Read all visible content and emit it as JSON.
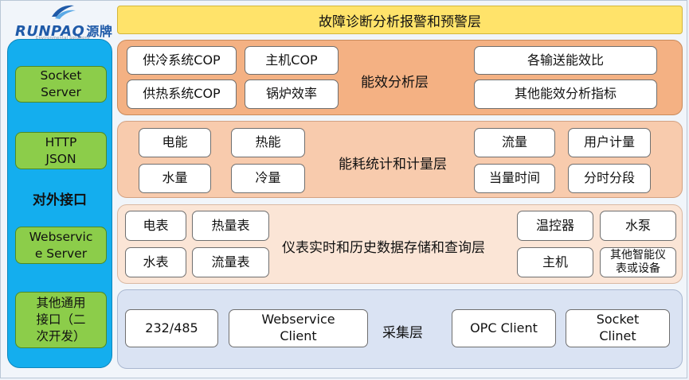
{
  "logo": {
    "brand": "RUNPAQ",
    "brand_cn": "源牌",
    "tagline": "Environmental Solutions",
    "icon": "runpaq-logo-icon"
  },
  "top_layer": {
    "label": "故障诊断分析报警和预警层"
  },
  "interfaces": {
    "label": "对外接口",
    "items": [
      "Socket\nServer",
      "HTTP\nJSON",
      "Webservic\ne Server",
      "其他通用\n接口（二\n次开发）"
    ]
  },
  "efficiency_layer": {
    "label": "能效分析层",
    "items": [
      "供冷系统COP",
      "主机COP",
      "供热系统COP",
      "锅炉效率",
      "各输送能效比",
      "其他能效分析指标"
    ]
  },
  "consumption_layer": {
    "label": "能耗统计和计量层",
    "items": [
      "电能",
      "热能",
      "水量",
      "冷量",
      "流量",
      "用户计量",
      "当量时间",
      "分时分段"
    ]
  },
  "meter_layer": {
    "label": "仪表实时和历史数据存储和查询层",
    "items": [
      "电表",
      "热量表",
      "水表",
      "流量表",
      "温控器",
      "水泵",
      "主机",
      "其他智能仪\n表或设备"
    ]
  },
  "collection_layer": {
    "label": "采集层",
    "items": [
      "232/485",
      "Webservice\nClient",
      "OPC Client",
      "Socket\nClinet"
    ]
  },
  "colors": {
    "top": "#ffe36a",
    "side": "#14aeee",
    "interface_button": "#8ccd4a",
    "efficiency": "#f4b183",
    "consumption": "#f8cbad",
    "meter": "#fbe5d6",
    "collection": "#dae3f3"
  }
}
